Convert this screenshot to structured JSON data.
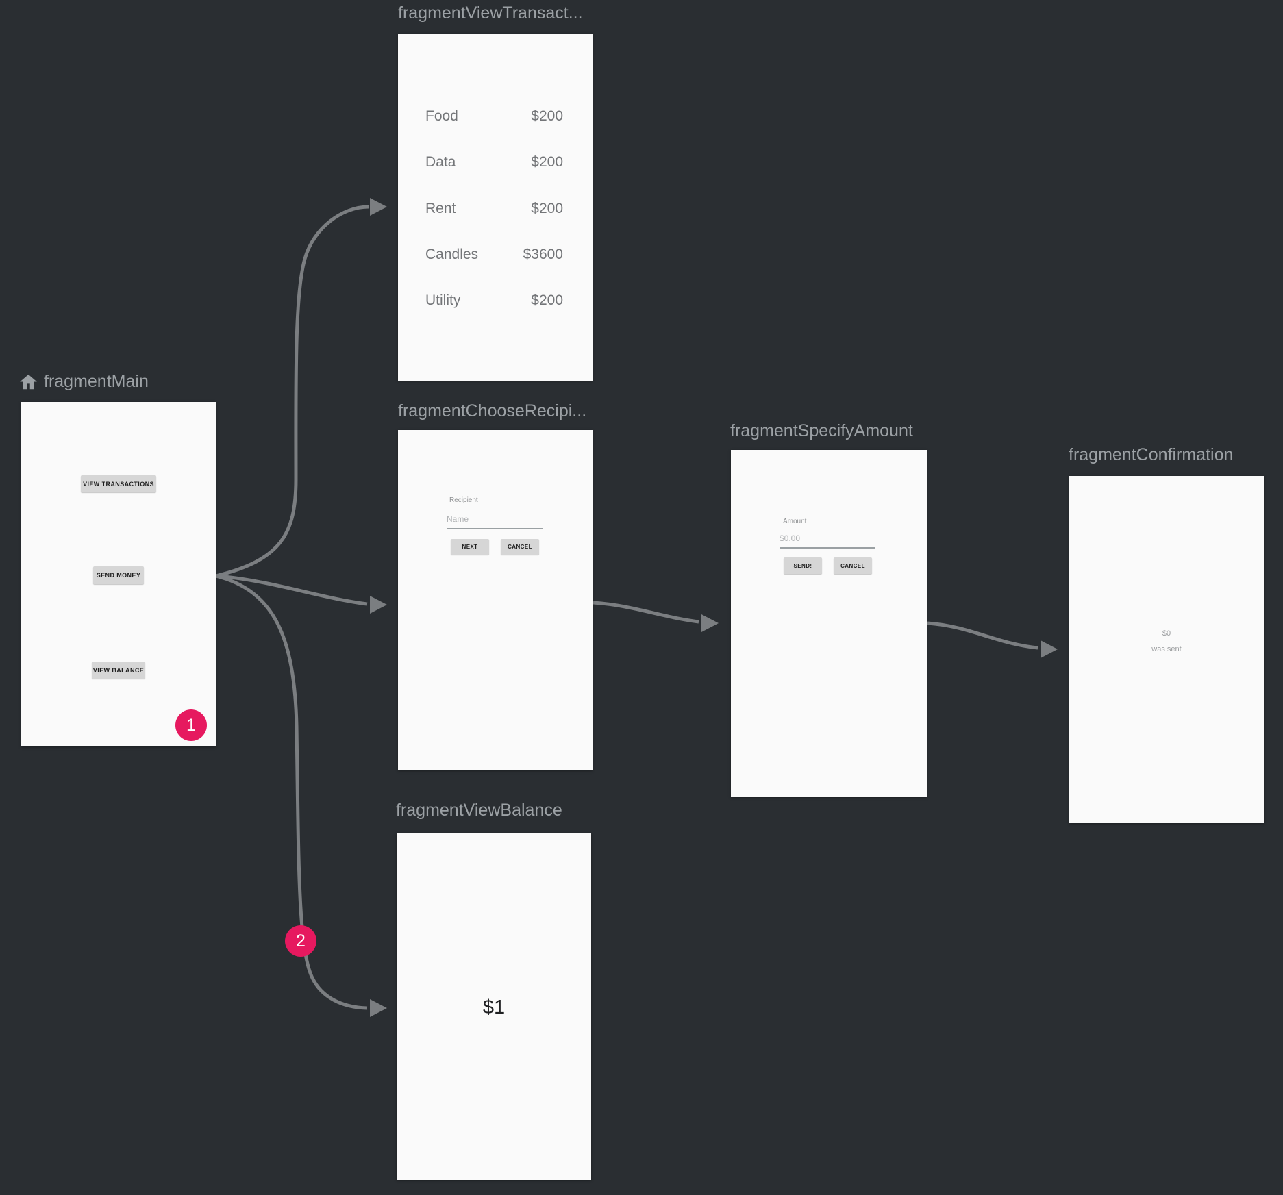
{
  "colors": {
    "background": "#2a2e32",
    "card": "#fafafa",
    "label_text": "#9ca1a5",
    "arrow": "#7b7e81",
    "badge": "#e6195f",
    "button_bg": "#d6d6d6",
    "list_text": "#737578"
  },
  "fragments": {
    "main": {
      "title": "fragmentMain",
      "home_icon": "home-icon",
      "badge": "1",
      "buttons": {
        "view_transactions": "VIEW TRANSACTIONS",
        "send_money": "SEND MONEY",
        "view_balance": "VIEW BALANCE"
      }
    },
    "view_transactions": {
      "title": "fragmentViewTransact...",
      "rows": [
        {
          "label": "Food",
          "amount": "$200"
        },
        {
          "label": "Data",
          "amount": "$200"
        },
        {
          "label": "Rent",
          "amount": "$200"
        },
        {
          "label": "Candles",
          "amount": "$3600"
        },
        {
          "label": "Utility",
          "amount": "$200"
        }
      ]
    },
    "choose_recipient": {
      "title": "fragmentChooseRecipi...",
      "field_label": "Recipient",
      "placeholder": "Name",
      "next": "NEXT",
      "cancel": "CANCEL"
    },
    "specify_amount": {
      "title": "fragmentSpecifyAmount",
      "field_label": "Amount",
      "placeholder": "$0.00",
      "send": "SEND!",
      "cancel": "CANCEL"
    },
    "confirmation": {
      "title": "fragmentConfirmation",
      "amount": "$0",
      "caption": "was sent"
    },
    "view_balance": {
      "title": "fragmentViewBalance",
      "balance": "$1",
      "badge": "2"
    }
  }
}
